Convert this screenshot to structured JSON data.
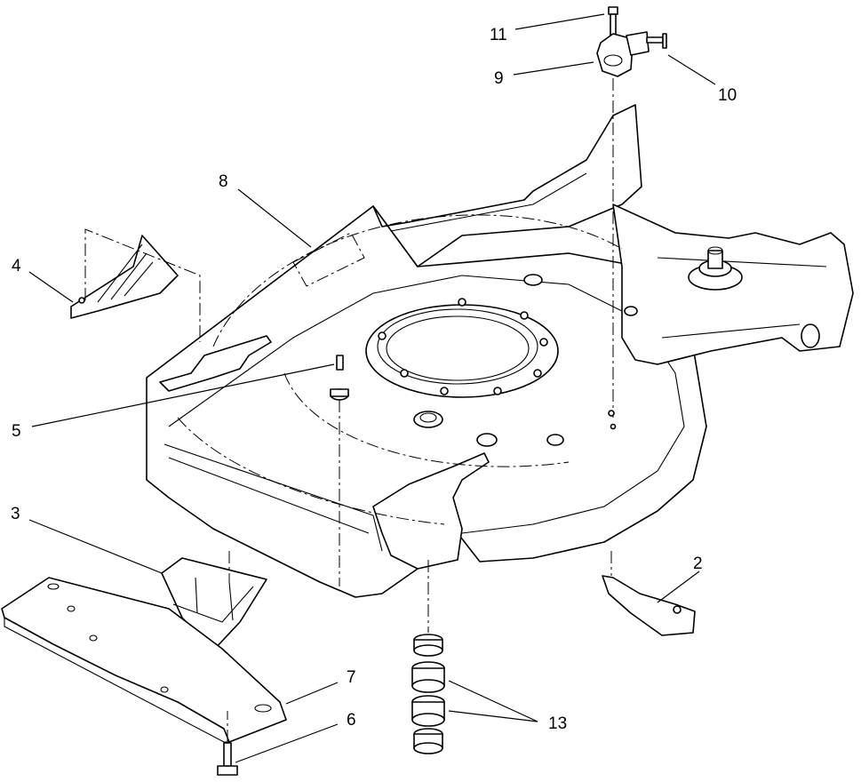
{
  "callouts": [
    {
      "id": "11",
      "text": "11"
    },
    {
      "id": "9",
      "text": "9"
    },
    {
      "id": "10",
      "text": "10"
    },
    {
      "id": "8",
      "text": "8"
    },
    {
      "id": "4",
      "text": "4"
    },
    {
      "id": "5",
      "text": "5"
    },
    {
      "id": "3",
      "text": "3"
    },
    {
      "id": "2",
      "text": "2"
    },
    {
      "id": "7",
      "text": "7"
    },
    {
      "id": "6",
      "text": "6"
    },
    {
      "id": "13",
      "text": "13"
    }
  ]
}
